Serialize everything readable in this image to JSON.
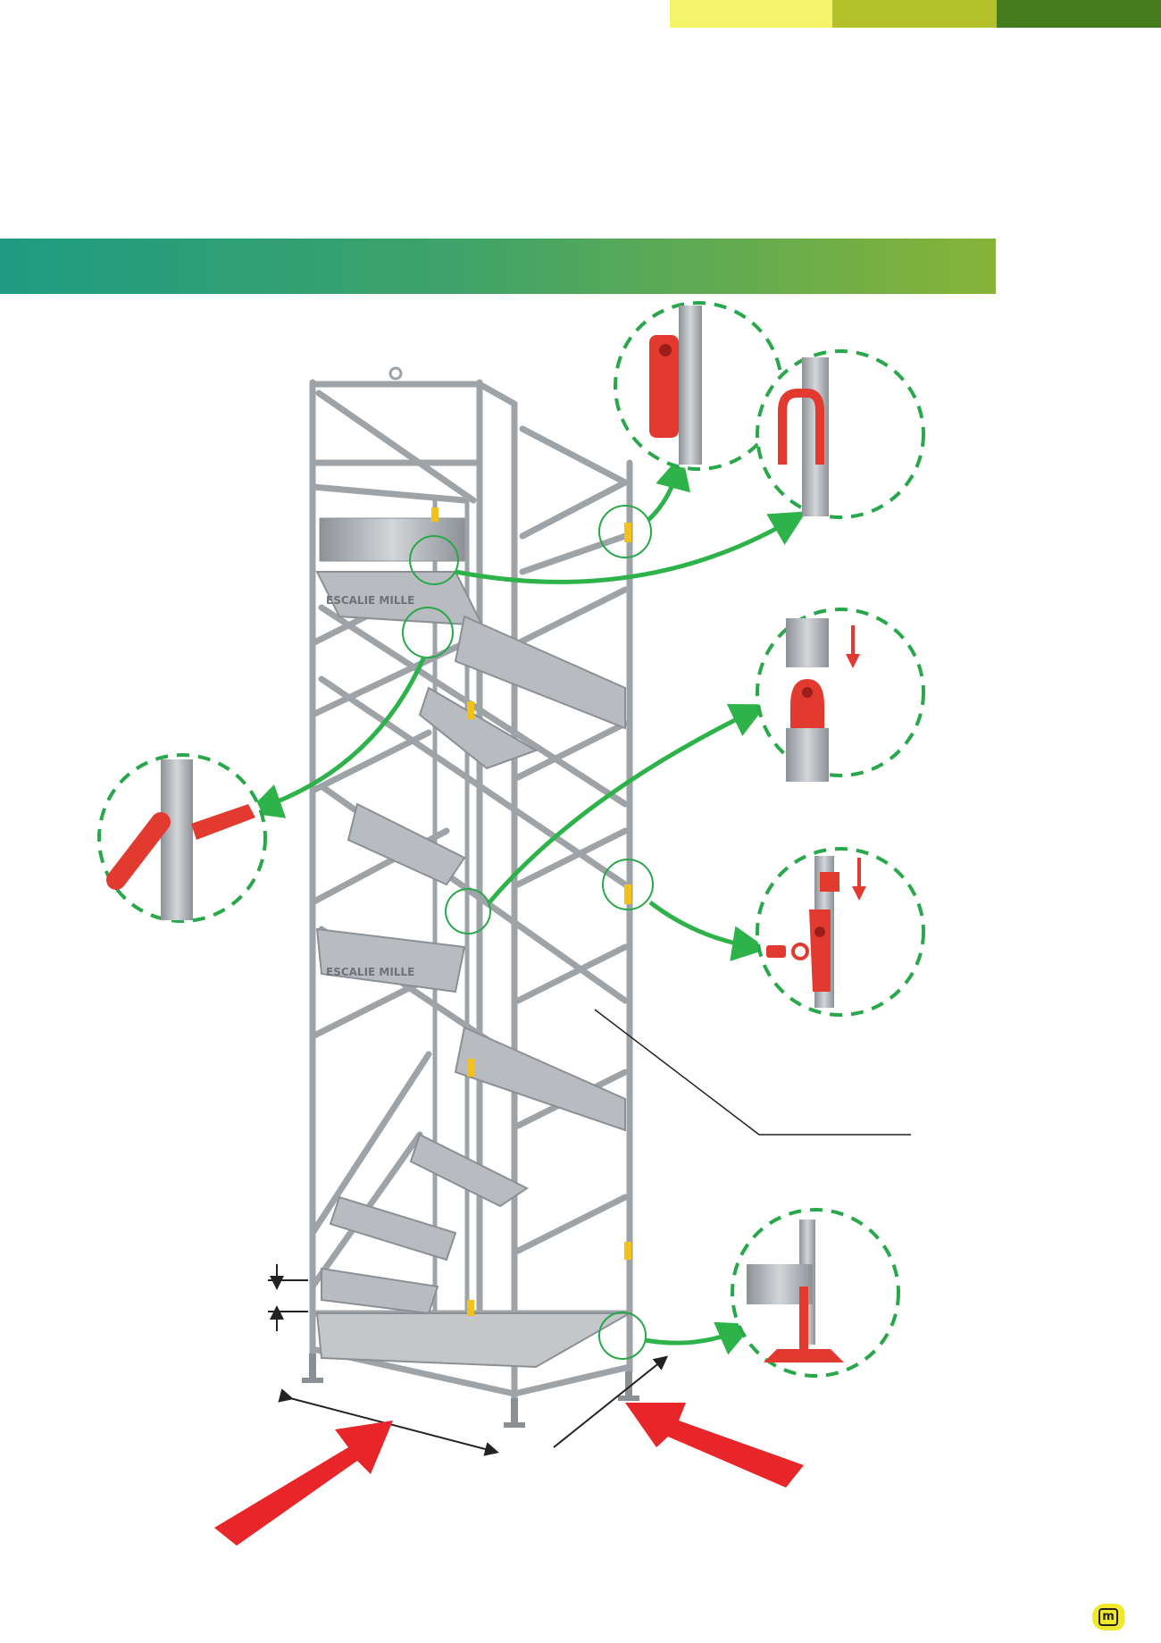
{
  "page": {
    "title": "",
    "section_title": ""
  },
  "colors": {
    "top_bar": [
      "#f4f36a",
      "#b4c12a",
      "#467b1e"
    ],
    "banner_start": "#1f9b82",
    "banner_end": "#86b338",
    "callout_dash": "#28a84a",
    "arrow_green": "#2db34a",
    "arrow_red": "#e8262a",
    "steel": "#a9adb1",
    "accessory_red": "#e23a2f",
    "clamp_yellow": "#f2c21b"
  },
  "illustration": {
    "subject": "modular spiral stair tower",
    "stair_label": "ESCALIE MILLE",
    "callouts": [
      {
        "name": "lifting-lug-detail",
        "icon": "red-lug"
      },
      {
        "name": "hook-clip-detail",
        "icon": "red-hook"
      },
      {
        "name": "tube-clamp-detail",
        "icon": "red-clamp"
      },
      {
        "name": "spigot-connector-detail",
        "icon": "red-spigot"
      },
      {
        "name": "bolted-bracket-detail",
        "icon": "red-bracket"
      },
      {
        "name": "adjustable-foot-detail",
        "icon": "red-jack-foot"
      }
    ],
    "access_arrows": 2
  },
  "footer": {
    "logo_icon": "brand-logo-icon",
    "logo_letter": "m"
  }
}
